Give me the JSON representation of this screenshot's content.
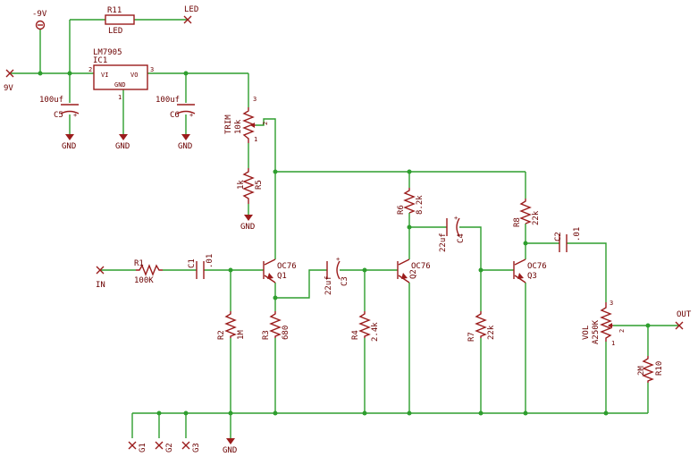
{
  "supply": {
    "neg9v": "-9V",
    "in9v": "9V",
    "led": "LED"
  },
  "ic1": {
    "part": "LM7905",
    "ref": "IC1",
    "vi": "VI",
    "vo": "VO",
    "gnd": "GND",
    "pin1": "1",
    "pin2": "2",
    "pin3": "3"
  },
  "r11": {
    "ref": "R11",
    "value": "LED"
  },
  "c5": {
    "ref": "C5",
    "value": "100uf"
  },
  "c6": {
    "ref": "C6",
    "value": "100uf"
  },
  "trim": {
    "ref": "TRIM",
    "value": "10k",
    "pin1": "1",
    "pin2": "2",
    "pin3": "3"
  },
  "r5": {
    "ref": "R5",
    "value": "1k"
  },
  "r1": {
    "ref": "R1",
    "value": "100K"
  },
  "c1": {
    "ref": "C1",
    "value": ".01"
  },
  "q1": {
    "ref": "Q1",
    "part": "OC76"
  },
  "r2": {
    "ref": "R2",
    "value": "1M"
  },
  "r3": {
    "ref": "R3",
    "value": "680"
  },
  "c3": {
    "ref": "C3",
    "value": "22uf"
  },
  "r4": {
    "ref": "R4",
    "value": "2.4k"
  },
  "q2": {
    "ref": "Q2",
    "part": "OC76"
  },
  "r6": {
    "ref": "R6",
    "value": "8.2k"
  },
  "c4": {
    "ref": "C4",
    "value": "22uf"
  },
  "r7": {
    "ref": "R7",
    "value": "22k"
  },
  "q3": {
    "ref": "Q3",
    "part": "OC76"
  },
  "r8": {
    "ref": "R8",
    "value": "22k"
  },
  "c2": {
    "ref": "C2",
    "value": ".01"
  },
  "vol": {
    "ref": "VOL",
    "value": "A250K",
    "pin1": "1",
    "pin2": "2",
    "pin3": "3"
  },
  "r10": {
    "ref": "R10",
    "value": "2M"
  },
  "ports": {
    "in": "IN",
    "out": "OUT",
    "g1": "G1",
    "g2": "G2",
    "g3": "G3"
  },
  "gnd_label": "GND"
}
